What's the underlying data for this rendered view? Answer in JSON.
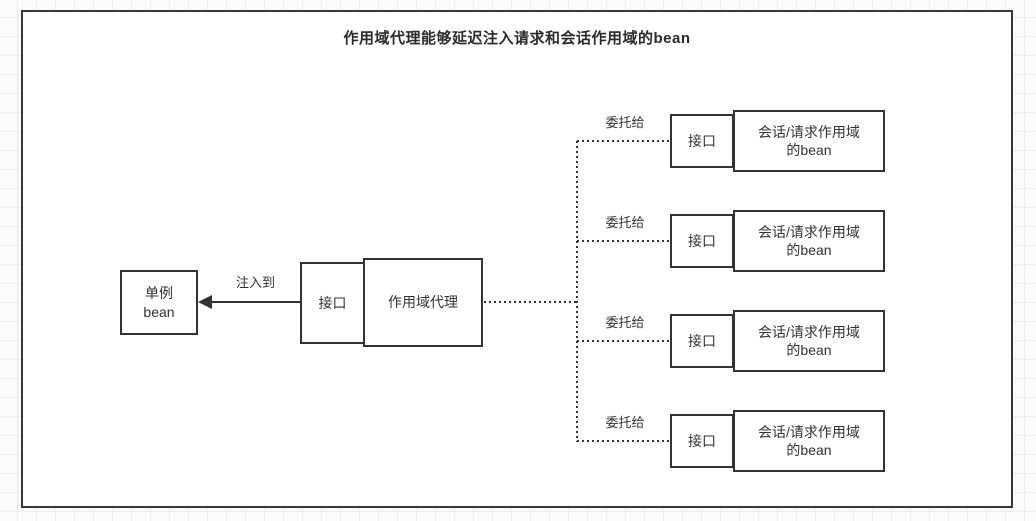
{
  "title": "作用域代理能够延迟注入请求和会话作用域的bean",
  "nodes": {
    "singleton": {
      "label": "单例\nbean"
    },
    "proxy_interface": {
      "label": "接口"
    },
    "proxy": {
      "label": "作用域代理"
    }
  },
  "edges": {
    "inject_label": "注入到"
  },
  "rows": [
    {
      "delegate_label": "委托给",
      "interface_label": "接口",
      "bean_label": "会话/请求作用域\n的bean"
    },
    {
      "delegate_label": "委托给",
      "interface_label": "接口",
      "bean_label": "会话/请求作用域\n的bean"
    },
    {
      "delegate_label": "委托给",
      "interface_label": "接口",
      "bean_label": "会话/请求作用域\n的bean"
    },
    {
      "delegate_label": "委托给",
      "interface_label": "接口",
      "bean_label": "会话/请求作用域\n的bean"
    }
  ],
  "colors": {
    "stroke": "#333333",
    "node_fill": "#ffffff",
    "canvas_bg": "#fbfbfb",
    "grid_line": "#ececec",
    "text": "#333333"
  }
}
